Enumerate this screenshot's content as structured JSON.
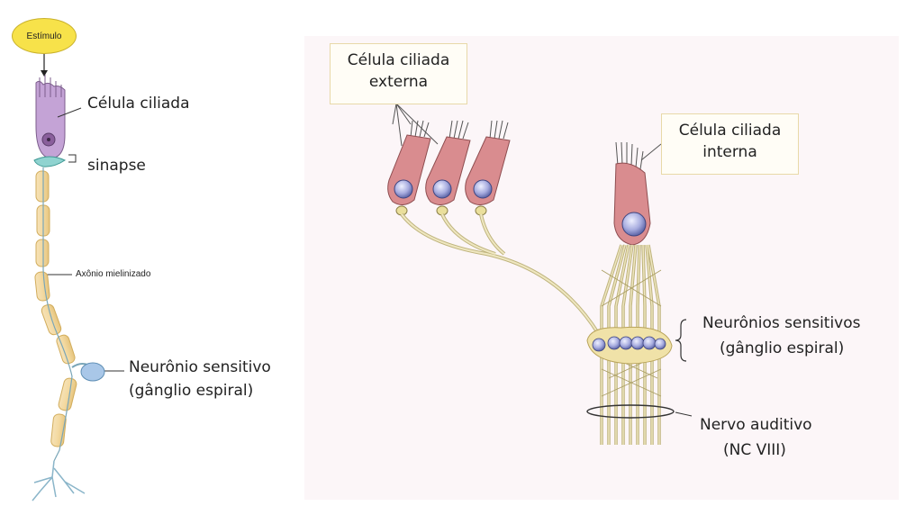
{
  "left_diagram": {
    "stimulus": "Estímulo",
    "hair_cell": "Célula ciliada",
    "synapse": "sinapse",
    "myelinated_axon": "Axônio mielinizado",
    "sensory_neuron_line1": "Neurônio sensitivo",
    "sensory_neuron_line2": "(gânglio espiral)"
  },
  "right_diagram": {
    "outer_hair_cell_line1": "Célula ciliada",
    "outer_hair_cell_line2": "externa",
    "inner_hair_cell_line1": "Célula ciliada",
    "inner_hair_cell_line2": "interna",
    "sensory_neurons_line1": "Neurônios sensitivos",
    "sensory_neurons_line2": "(gânglio espiral)",
    "auditory_nerve_line1": "Nervo auditivo",
    "auditory_nerve_line2": "(NC VIII)"
  },
  "colors": {
    "hair_cell_fill": "#d98c8f",
    "nucleus_fill": "#9aa1d8",
    "fiber_fill": "#e9deb0",
    "stimulus_fill": "#f7e24a",
    "left_cell_fill": "#c8a8d8",
    "neuron_body_fill": "#a9c7e8"
  }
}
